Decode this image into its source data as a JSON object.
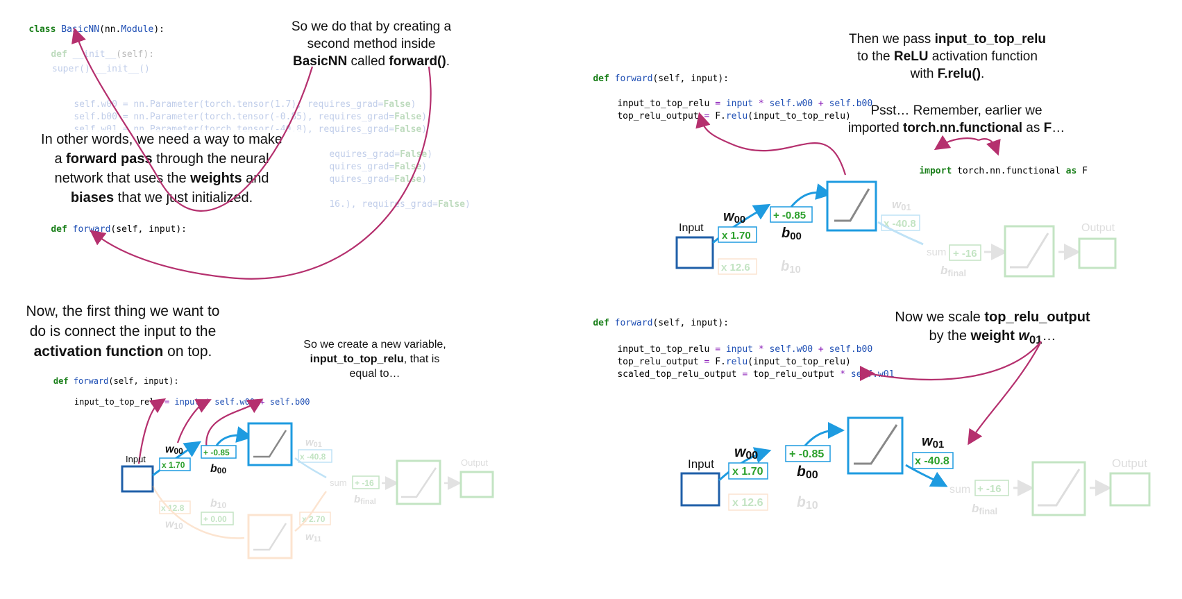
{
  "code": {
    "kw_class": "class",
    "kw_def": "def",
    "kw_import": "import",
    "kw_as": "as",
    "kw_false": "False",
    "class_name": "BasicNN",
    "base_class_open": "(nn.",
    "base_module": "Module",
    "base_close": "):",
    "init_name": "__init__",
    "init_args": "(self):",
    "super_call": "super().__init__()",
    "w00_line_a": "self.w00 = nn.Parameter(torch.tensor(1.7), requires_grad=",
    "b00_line_a": "self.b00 = nn.Parameter(torch.tensor(-0.85), requires_grad=",
    "w01_line_a": "self.w01 = nn.Parameter(torch.tensor(-40.8), requires_grad=",
    "frag1": "equires_grad=",
    "frag2": "quires_grad=",
    "frag3": "quires_grad=",
    "frag4": "16.), requires_grad=",
    "forward_name": "forward",
    "forward_args": "(self, input):",
    "assign_var": "input_to_top_relu",
    "eq": " = ",
    "rhs_input": "input",
    "star": " * ",
    "self_w00": "self.w00",
    "plus": " + ",
    "self_b00": "self.b00",
    "top_out": "top_relu_output",
    "frelu_pre": "F.",
    "frelu": "relu",
    "frelu_args": "(input_to_top_relu)",
    "scaled_var": "scaled_top_relu_output",
    "self_w01": "self.w01",
    "import_mod": " torch.nn.functional ",
    "import_F": " F"
  },
  "notes": {
    "p1_top_1": "So we do that by creating a",
    "p1_top_2": "second method inside",
    "p1_top_3a": "BasicNN",
    "p1_top_3b": " called ",
    "p1_top_3c": "forward()",
    "p1_top_3d": ".",
    "p1_left_1": "In other words, we need a way to make",
    "p1_left_2a": "a ",
    "p1_left_2b": "forward pass",
    "p1_left_2c": " through the neural",
    "p1_left_3a": "network that uses the ",
    "p1_left_3b": "weights",
    "p1_left_3c": " and",
    "p1_left_4a": "biases",
    "p1_left_4b": " that we just initialized.",
    "p2_top_1a": "Then we pass ",
    "p2_top_1b": "input_to_top_relu",
    "p2_top_2a": "to the ",
    "p2_top_2b": "ReLU",
    "p2_top_2c": " activation function",
    "p2_top_3a": "with ",
    "p2_top_3b": "F.relu()",
    "p2_top_3c": ".",
    "p2_psst_1": "Psst… Remember, earlier we",
    "p2_psst_2a": "imported ",
    "p2_psst_2b": "torch.nn.functional",
    "p2_psst_2c": " as ",
    "p2_psst_2d": "F",
    "p2_psst_2e": "…",
    "p3_top_1": "Now, the first thing we want to",
    "p3_top_2": "do is connect the input to the",
    "p3_top_3a": "activation function",
    "p3_top_3b": " on top.",
    "p3_right_1": "So we create a new variable,",
    "p3_right_2a": "input_to_top_relu",
    "p3_right_2b": ", that is",
    "p3_right_3": "equal to…",
    "p4_top_1a": "Now we scale ",
    "p4_top_1b": "top_relu_output",
    "p4_top_2a": "by the ",
    "p4_top_2b": "weight ",
    "p4_top_2c": "w",
    "p4_top_2d": "01",
    "p4_top_2e": "…"
  },
  "diagram": {
    "input": "Input",
    "output": "Output",
    "sum": "sum",
    "w00_val": "x 1.70",
    "b00_val": "+ -0.85",
    "w01_val": "x -40.8",
    "w10_val": "x 12.8",
    "w10_val_b": "x 12.6",
    "b10_val": "+ 0.00",
    "w11_val": "x 2.70",
    "bfinal_val": "+ -16",
    "w": "w",
    "b": "b",
    "s00": "00",
    "s01": "01",
    "s10": "10",
    "s11": "11",
    "sfinal": "final"
  },
  "colors": {
    "arrow_annotation": "#b5306e",
    "blue": "#1e9be0",
    "dark_blue": "#1f5fa8",
    "green": "#2ca02c",
    "orange": "#f5a25a",
    "keyword_green": "#1a7f1a",
    "code_blue": "#1f4fb4",
    "code_purple": "#8b1fb8"
  }
}
